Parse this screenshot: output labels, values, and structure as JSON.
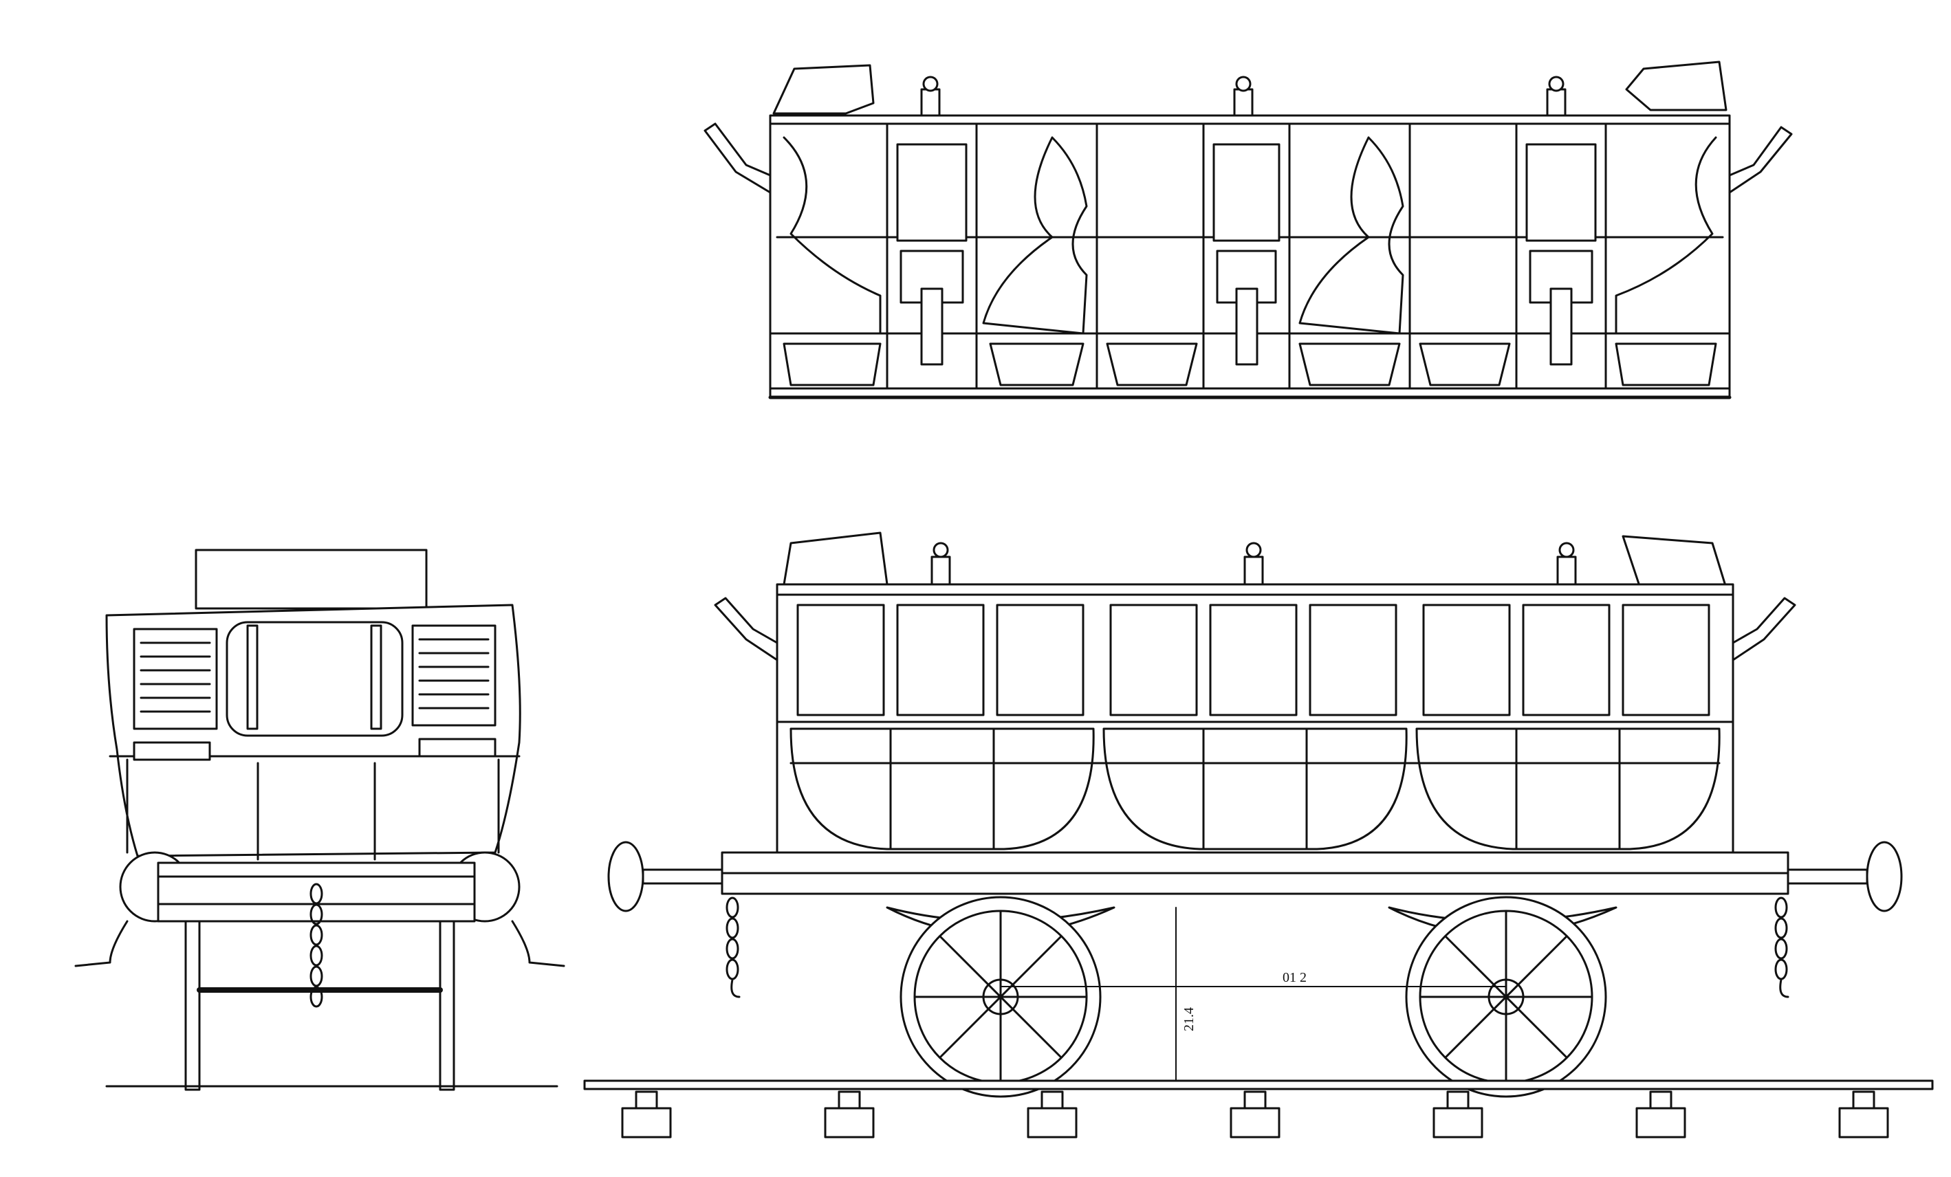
{
  "drawing": {
    "ink_color": "#111111",
    "paper_color": "#ffffff",
    "dimension_labels": {
      "wheelbase": "01 2",
      "height": "21.4"
    },
    "views": [
      {
        "name": "plan-view",
        "compartments": 3
      },
      {
        "name": "end-view"
      },
      {
        "name": "side-elevation",
        "compartments": 3,
        "wheels": 2,
        "sleepers": 7
      }
    ]
  }
}
